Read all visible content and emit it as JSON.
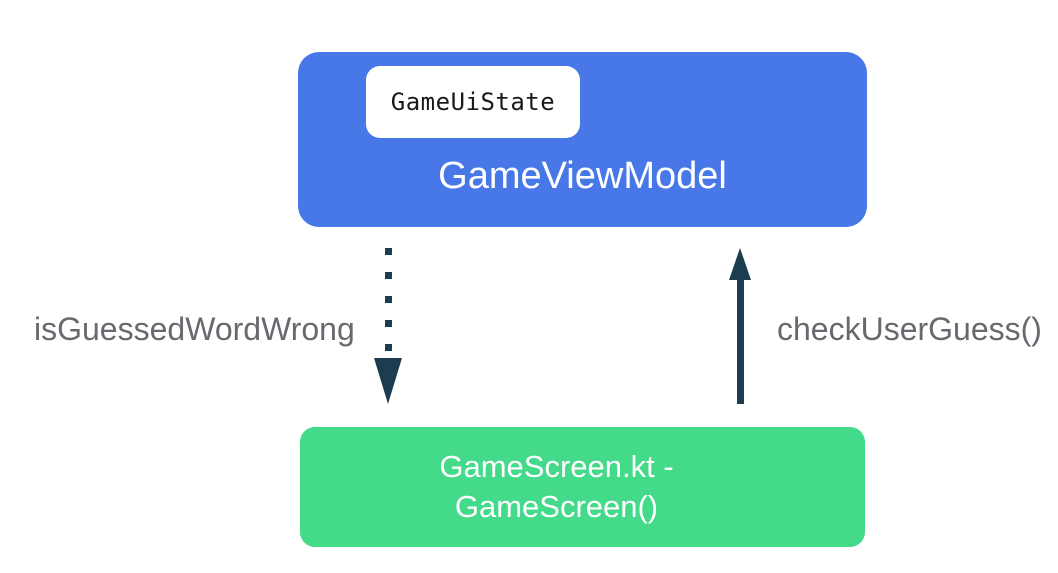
{
  "diagram": {
    "view_model_box": {
      "chip_label": "GameUiState",
      "title": "GameViewModel",
      "bg_color": "#4878E8",
      "chip_bg_color": "#FFFFFF",
      "chip_text_color": "#1A1A1A",
      "title_color": "#FFFFFF"
    },
    "screen_box": {
      "title_line1": "GameScreen.kt -",
      "title_line2": "GameScreen()",
      "bg_color": "#43DA8A",
      "title_color": "#FFFFFF"
    },
    "arrows": {
      "state_down": {
        "label": "isGuessedWordWrong",
        "style": "dotted",
        "direction": "down",
        "from": "GameViewModel",
        "to": "GameScreen",
        "color": "#1C3C50"
      },
      "event_up": {
        "label": "checkUserGuess()",
        "style": "solid",
        "direction": "up",
        "from": "GameScreen",
        "to": "GameViewModel",
        "color": "#1C3C50"
      }
    },
    "label_color": "#66696E",
    "background_color": "#FFFFFF"
  }
}
